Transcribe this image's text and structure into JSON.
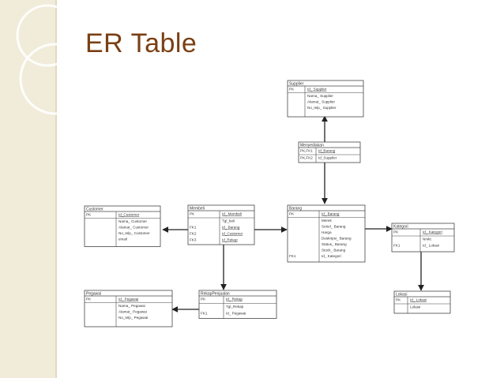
{
  "slide": {
    "title": "ER Table"
  },
  "entities": {
    "supplier": {
      "name": "Supplier",
      "keys": [
        "PK"
      ],
      "fields": [
        "Id_ Supplier",
        "Nama_ Supplier",
        "Alamat_ Supplier",
        "No_telp_ Supplier"
      ]
    },
    "menyediakan": {
      "name": "Menyediakan",
      "keys": [
        "PK,FK1",
        "PK,FK2"
      ],
      "fields": [
        "Id_Barang",
        "Id_Supplier"
      ]
    },
    "customer": {
      "name": "Customer",
      "keys": [
        "PK"
      ],
      "fields": [
        "Id_Customer",
        "Nama_ Customer",
        "Alamat_ Customer",
        "No_telp_ Customer",
        "email"
      ]
    },
    "membeli": {
      "name": "Membeli",
      "keys": [
        "PK",
        "FK1",
        "FK2",
        "FK3"
      ],
      "fields": [
        "Id_ Membeli",
        "Tgl_beli",
        "Id_ Barang",
        "Id_Customer",
        "Id_Rekap"
      ]
    },
    "barang": {
      "name": "Barang",
      "keys": [
        "PK",
        "FK1"
      ],
      "fields": [
        "Id_ Barang",
        "Merek",
        "Seriel_ Barang",
        "Harga",
        "Deskripsi_ Barang",
        "Status_ Barang",
        "Stock_ Barang",
        "Id_ Kategori"
      ]
    },
    "kategori": {
      "name": "Kategori",
      "keys": [
        "PK",
        "FK1"
      ],
      "fields": [
        "Id_ Kategori",
        "Nmkt",
        "Id_ Lokasi"
      ]
    },
    "pegawai": {
      "name": "Pegawai",
      "keys": [
        "PK"
      ],
      "fields": [
        "Id_ Pegawai",
        "Nama_ Pegawai",
        "Alamat_ Pegawai",
        "No_telp_ Pegawai"
      ]
    },
    "rekap": {
      "name": "RekapPenjualan",
      "keys": [
        "PK",
        "FK1"
      ],
      "fields": [
        "Id_ Rekap",
        "Tgl_Rekap",
        "Id_ Pegawai"
      ]
    },
    "lokasi": {
      "name": "Lokasi",
      "keys": [
        "PK"
      ],
      "fields": [
        "Id_ Lokasi",
        "Lokasi"
      ]
    }
  }
}
